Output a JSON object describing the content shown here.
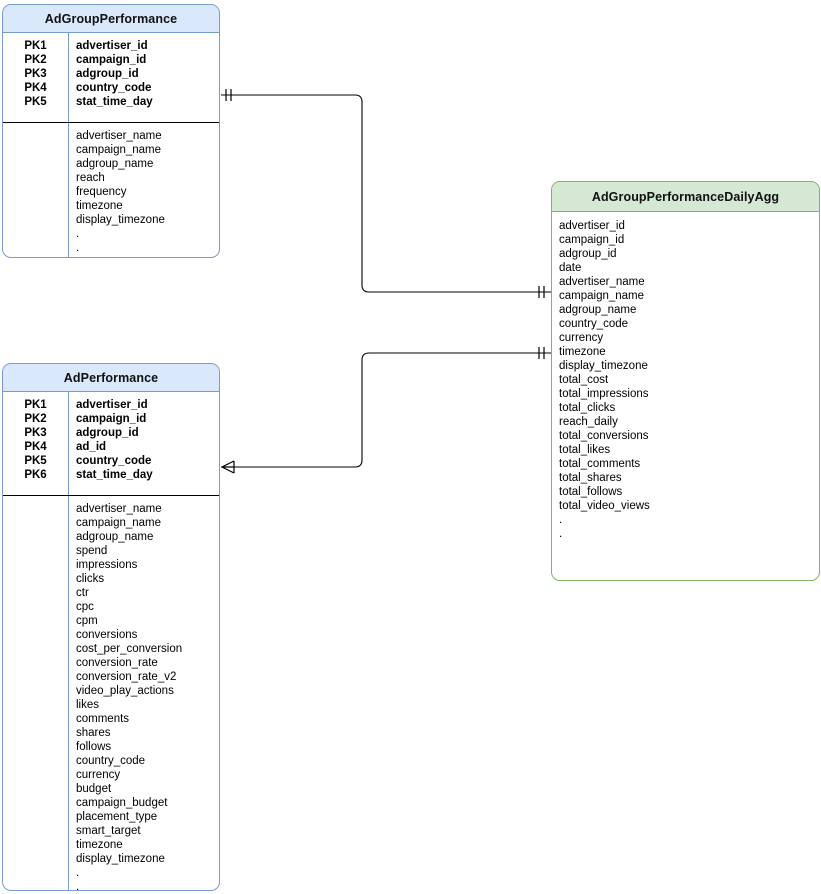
{
  "diagram": {
    "title": "ER Diagram",
    "background_color": "#ffffff",
    "colors": {
      "blue_fill": "#dae8fc",
      "blue_stroke": "#7a9bcd",
      "green_fill": "#d5e8d4",
      "green_stroke": "#82b366",
      "connector_stroke": "#000000"
    }
  },
  "entities": {
    "adgroup_performance": {
      "name": "AdGroupPerformance",
      "keys": [
        "PK1",
        "PK2",
        "PK3",
        "PK4",
        "PK5"
      ],
      "primary_keys": [
        "advertiser_id",
        "campaign_id",
        "adgroup_id",
        "country_code",
        "stat_time_day"
      ],
      "attributes": [
        "advertiser_name",
        "campaign_name",
        "adgroup_name",
        "reach",
        "frequency",
        "timezone",
        "display_timezone",
        ".",
        "."
      ]
    },
    "ad_performance": {
      "name": "AdPerformance",
      "keys": [
        "PK1",
        "PK2",
        "PK3",
        "PK4",
        "PK5",
        "PK6"
      ],
      "primary_keys": [
        "advertiser_id",
        "campaign_id",
        "adgroup_id",
        "ad_id",
        "country_code",
        "stat_time_day"
      ],
      "attributes": [
        "advertiser_name",
        "campaign_name",
        "adgroup_name",
        "spend",
        "impressions",
        "clicks",
        "ctr",
        "cpc",
        "cpm",
        "conversions",
        "cost_per_conversion",
        "conversion_rate",
        "conversion_rate_v2",
        "video_play_actions",
        "likes",
        "comments",
        "shares",
        "follows",
        "country_code",
        "currency",
        "budget",
        "campaign_budget",
        "placement_type",
        "smart_target",
        "timezone",
        "display_timezone",
        ".",
        "."
      ]
    },
    "adgroup_performance_daily_agg": {
      "name": "AdGroupPerformanceDailyAgg",
      "attributes": [
        "advertiser_id",
        "campaign_id",
        "adgroup_id",
        "date",
        "advertiser_name",
        "campaign_name",
        "adgroup_name",
        "country_code",
        "currency",
        "timezone",
        "display_timezone",
        "total_cost",
        "total_impressions",
        "total_clicks",
        "reach_daily",
        "total_conversions",
        "total_likes",
        "total_comments",
        "total_shares",
        "total_follows",
        "total_video_views",
        ".",
        "."
      ]
    }
  },
  "relationships": [
    {
      "id": "rel-adgroupperformance-to-dailyagg",
      "from": "AdGroupPerformance",
      "to": "AdGroupPerformanceDailyAgg",
      "from_cardinality": "one-and-only-one",
      "to_cardinality": "one-and-only-one"
    },
    {
      "id": "rel-adperformance-to-dailyagg",
      "from": "AdPerformance",
      "to": "AdGroupPerformanceDailyAgg",
      "from_cardinality": "many",
      "to_cardinality": "one-and-only-one"
    }
  ]
}
